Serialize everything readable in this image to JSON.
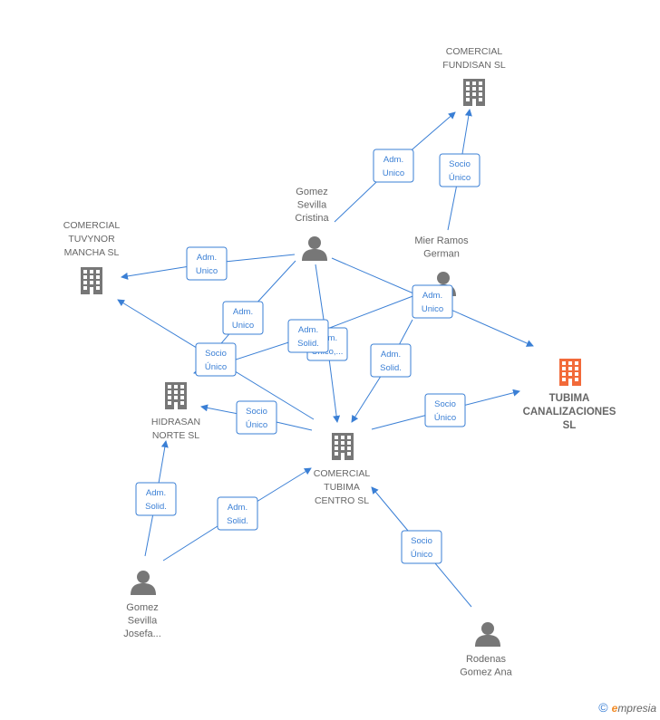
{
  "colors": {
    "edge": "#3a7fd5",
    "node": "#777777",
    "main_node": "#f26a3a",
    "label": "#666666"
  },
  "nodes": [
    {
      "id": "fundisan",
      "type": "company",
      "lines": [
        "COMERCIAL",
        "FUNDISAN SL"
      ]
    },
    {
      "id": "tuvynor",
      "type": "company",
      "lines": [
        "COMERCIAL",
        "TUVYNOR",
        "MANCHA SL"
      ]
    },
    {
      "id": "hidrasan",
      "type": "company",
      "lines": [
        "HIDRASAN",
        "NORTE SL"
      ]
    },
    {
      "id": "centro",
      "type": "company",
      "lines": [
        "COMERCIAL",
        "TUBIMA",
        "CENTRO SL"
      ]
    },
    {
      "id": "tubima",
      "type": "company-main",
      "lines": [
        "TUBIMA",
        "CANALIZACIONES",
        "SL"
      ]
    },
    {
      "id": "cristina",
      "type": "person",
      "lines": [
        "Gomez",
        "Sevilla",
        "Cristina"
      ]
    },
    {
      "id": "german",
      "type": "person",
      "lines": [
        "Mier Ramos",
        "German"
      ]
    },
    {
      "id": "josefa",
      "type": "person",
      "lines": [
        "Gomez",
        "Sevilla",
        "Josefa..."
      ]
    },
    {
      "id": "ana",
      "type": "person",
      "lines": [
        "Rodenas",
        "Gomez Ana"
      ]
    }
  ],
  "edges": [
    {
      "from": "cristina",
      "to": "fundisan",
      "lines": [
        "Adm.",
        "Unico"
      ]
    },
    {
      "from": "german",
      "to": "fundisan",
      "lines": [
        "Socio",
        "Único"
      ]
    },
    {
      "from": "cristina",
      "to": "tuvynor",
      "lines": [
        "Adm.",
        "Unico"
      ]
    },
    {
      "from": "cristina",
      "to": "hidrasan",
      "lines": [
        "Adm.",
        "Unico"
      ]
    },
    {
      "from": "cristina",
      "to": "centro",
      "lines": [
        "Adm.",
        "Unico,..."
      ]
    },
    {
      "from": "cristina",
      "to": "tubima",
      "lines": [
        "Adm.",
        "Unico"
      ]
    },
    {
      "from": "german",
      "to": "hidrasan",
      "lines": [
        "Adm.",
        "Solid."
      ]
    },
    {
      "from": "german",
      "to": "centro",
      "lines": [
        "Adm.",
        "Solid."
      ]
    },
    {
      "from": "centro",
      "to": "tuvynor",
      "lines": [
        "Socio",
        "Único"
      ]
    },
    {
      "from": "centro",
      "to": "hidrasan",
      "lines": [
        "Socio",
        "Único"
      ]
    },
    {
      "from": "centro",
      "to": "tubima",
      "lines": [
        "Socio",
        "Único"
      ]
    },
    {
      "from": "josefa",
      "to": "hidrasan",
      "lines": [
        "Adm.",
        "Solid."
      ]
    },
    {
      "from": "josefa",
      "to": "centro",
      "lines": [
        "Adm.",
        "Solid."
      ]
    },
    {
      "from": "ana",
      "to": "centro",
      "lines": [
        "Socio",
        "Único"
      ]
    }
  ],
  "brand": {
    "copyright": "©",
    "e": "e",
    "rest": "mpresia"
  }
}
